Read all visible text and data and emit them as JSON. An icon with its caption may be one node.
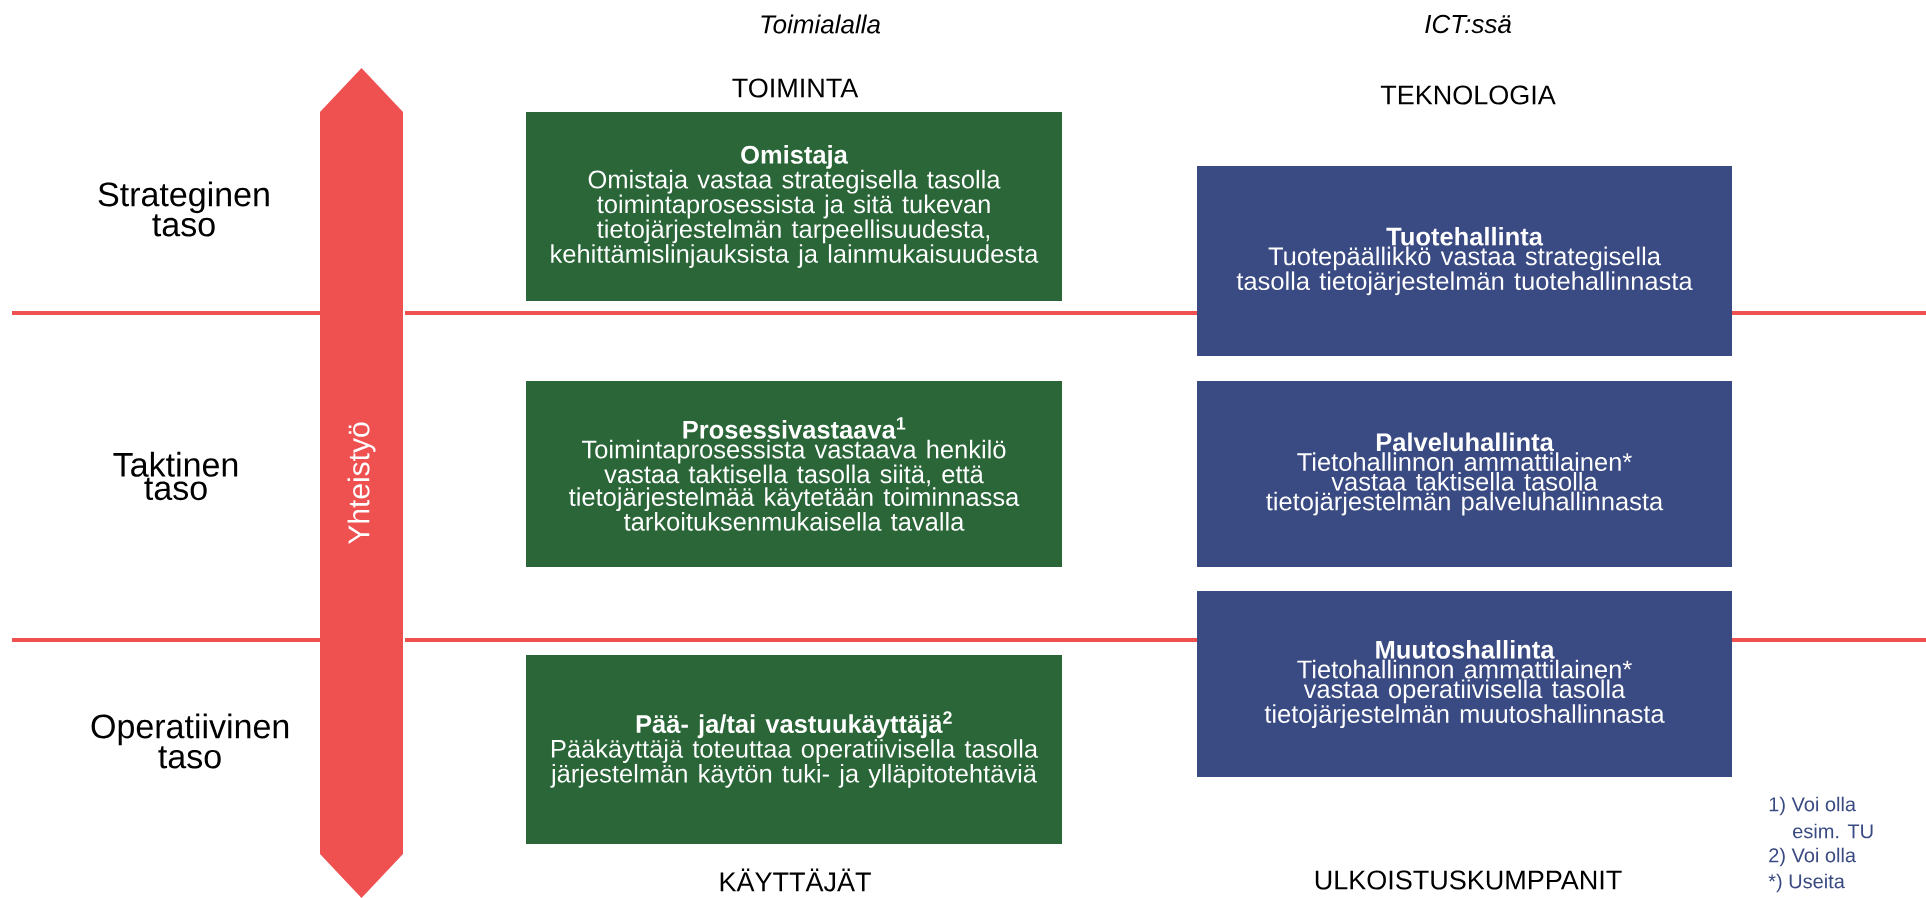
{
  "diagram": {
    "nodes": [
      {
        "text": [
          "Yhteistyö"
        ]
      },
      {
        "text": [
          "Omistaja",
          "Omistaja vastaa strategisella tasolla toimintaprosessista ja sitä tukevan tietojärjestelmän tarpeellisuudesta, kehittämislinjauksista ja lainmukaisuudesta"
        ]
      },
      {
        "text": [
          "Prosessivastaava$^{1}$",
          "Toimintaprosessista vastaava henkilö vastaa taktisella tasolla siitä, että tietojärjestelmää käytetään toiminnassa tarkoituksenmukaisella tavalla"
        ]
      },
      {
        "text": [
          "Pää- ja/tai vastuukäyttäjä$^{2}$",
          "Pääkäyttäjä toteuttaa operatiivisella tasolla järjestelmän käytön tuki- ja ylläpitotehtäviä"
        ]
      },
      {
        "text": [
          "Tuotehallinta",
          "Tuotepäällikkö vastaa strategisella tasolla tietojärjestelmän tuotehallinnasta"
        ]
      },
      {
        "text": [
          "Palveluhallinta",
          "Tietohallinnon ammattilainen* vastaa taktisella tasolla tietojärjestelmän palveluhallinnasta"
        ]
      },
      {
        "text": [
          "Muutoshallinta",
          "Tietohallinnon ammattilainen* vastaa operatiivisella tasolla tietojärjestelmän muutoshallinnasta"
        ]
      }
    ],
    "labels": [
      "Toimialalla",
      "ICT:ssä",
      "TOIMINTA",
      "TEKNOLOGIA",
      "Strateginen taso",
      "Taktinen taso",
      "Operatiivinen taso",
      "KÄYTTÄJÄT",
      "ULKOISTUSKUMPPANIT",
      "1) Voi olla",
      "esim. TU",
      "2) Voi olla",
      "*) Useita"
    ]
  }
}
